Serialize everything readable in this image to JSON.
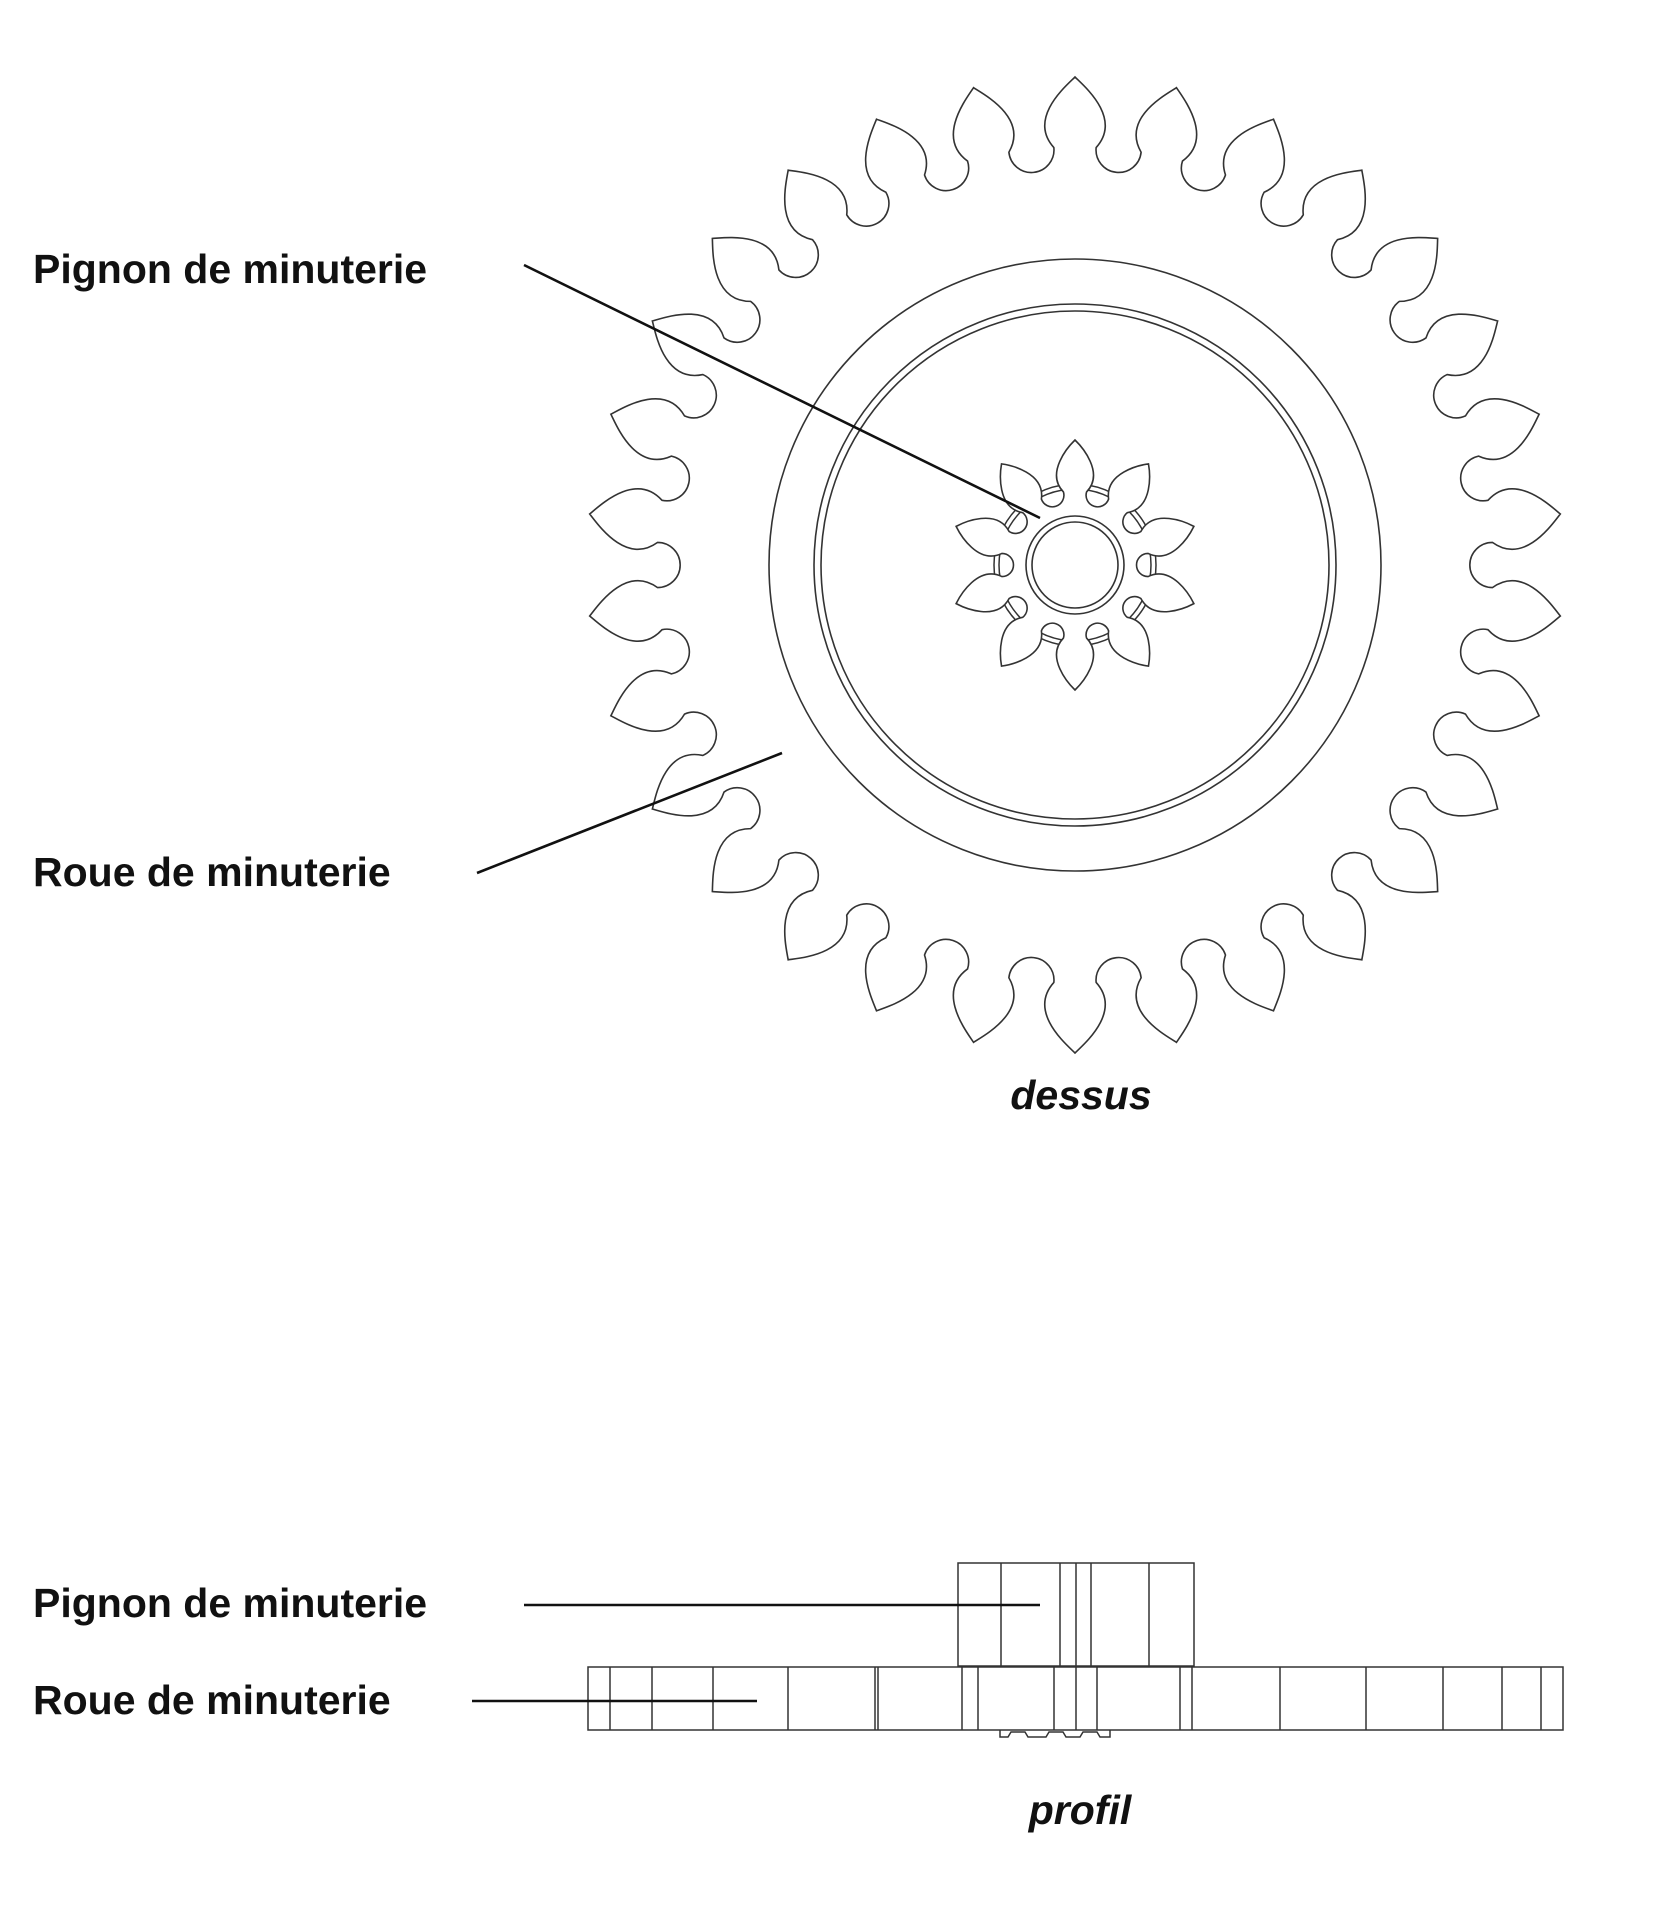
{
  "top_view": {
    "labels": {
      "pinion": "Pignon de minuterie",
      "wheel": "Roue de minuterie"
    },
    "caption": "dessus",
    "wheel_teeth": 30,
    "pinion_teeth": 10
  },
  "profile_view": {
    "labels": {
      "pinion": "Pignon de minuterie",
      "wheel": "Roue de minuterie"
    },
    "caption": "profil"
  },
  "colors": {
    "line": "#333333",
    "text": "#111111",
    "background": "#ffffff"
  }
}
